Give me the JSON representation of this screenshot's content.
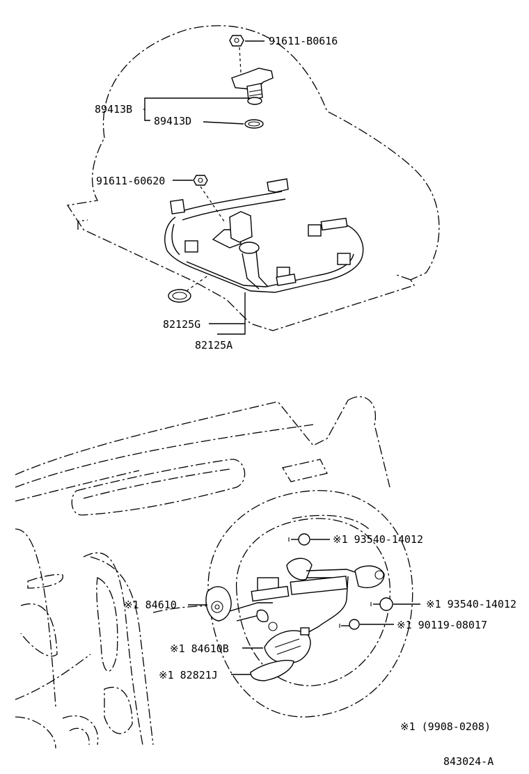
{
  "upper_assembly": {
    "labels": {
      "bolt_top": "91611-B0616",
      "sensor": "89413B",
      "o_ring": "89413D",
      "bolt_harness": "91611-60620",
      "grommet": "82125G",
      "harness": "82125A"
    }
  },
  "lower_assembly": {
    "labels": {
      "screw_upper": "※1 93540-14012",
      "screw_right": "※1 93540-14012",
      "screw_lower": "※1 90119-08017",
      "switch_left": "※1 84610",
      "switch_lower": "※1 84610B",
      "cover": "※1 82821J"
    }
  },
  "footnote": "※1 (9908-0208)",
  "drawing_number": "843024-A"
}
